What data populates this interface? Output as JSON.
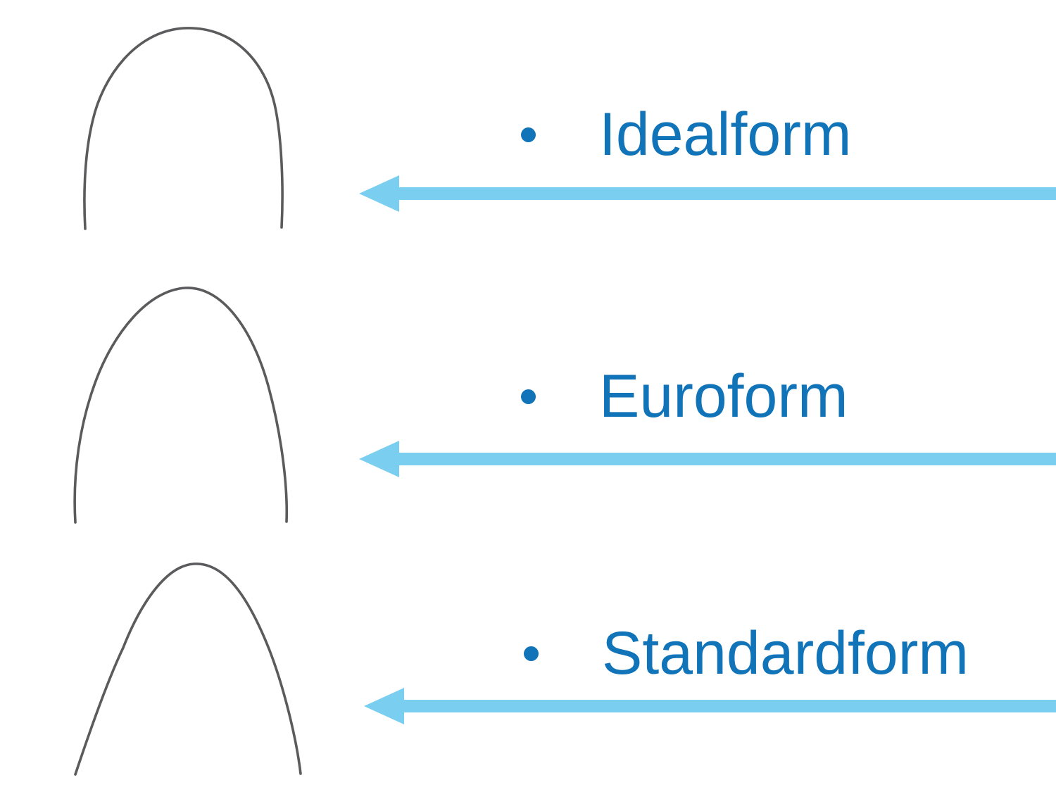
{
  "slide": {
    "background": "#FFFFFF",
    "colors": {
      "label_text": "#1173B8",
      "bullet": "#1173B8",
      "arrow": "#7ACEEF",
      "wire": "#5B5B5D"
    },
    "items": [
      {
        "bullet": "•",
        "label": "Idealform",
        "icon": "idealform-archwire-icon",
        "arrow_icon": "left-arrow-icon"
      },
      {
        "bullet": "•",
        "label": "Euroform",
        "icon": "euroform-archwire-icon",
        "arrow_icon": "left-arrow-icon"
      },
      {
        "bullet": "•",
        "label": "Standardform",
        "icon": "standardform-archwire-icon",
        "arrow_icon": "left-arrow-icon"
      }
    ]
  }
}
